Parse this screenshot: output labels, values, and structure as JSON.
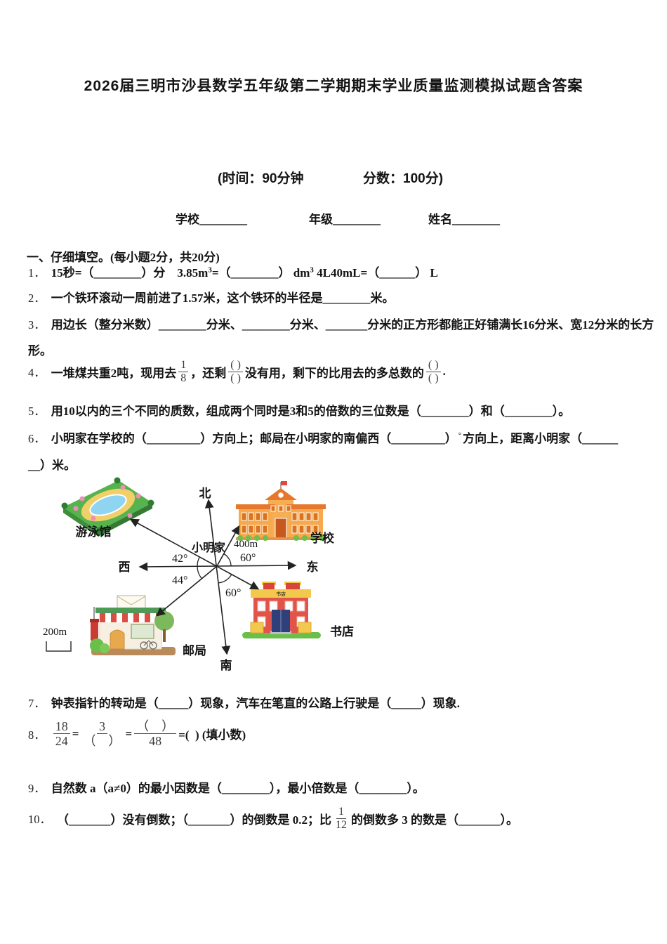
{
  "page": {
    "title": "2026届三明市沙县数学五年级第二学期期末学业质量监测模拟试题含答案",
    "meta": {
      "time": "(时间：90分钟",
      "score": "分数：100分)"
    },
    "fields": {
      "school": "学校________",
      "grade": "年级________",
      "name": "姓名________"
    }
  },
  "section1": {
    "heading": "一、仔细填空。(每小题2分，共20分)"
  },
  "questions": {
    "q1": {
      "no": "1．",
      "seg1": "15秒=（________）分　3.85m",
      "sup1": "3",
      "seg2": "=（________） dm",
      "sup2": "3",
      "seg3": " 4L40mL=（______） L"
    },
    "q2": {
      "no": "2．",
      "seg1": "一个铁环滚动一周前进了1.57米，这个铁环的半径是________米。"
    },
    "q3": {
      "no": "3．",
      "line1": "用边长（整分米数）________分米、________分米、_______分米的正方形都能正好铺满长16分米、宽12分米的长方",
      "line2": "形。"
    },
    "q4": {
      "no": "4．",
      "seg1": "一堆煤共重2吨，现用去",
      "f1": {
        "n": "1",
        "d": "8"
      },
      "seg2": "，还剩",
      "f2": {
        "n": "( )",
        "d": "( )"
      },
      "seg3": "没有用，剩下的比用去的多总数的",
      "f3": {
        "n": "( )",
        "d": "( )"
      },
      "seg4": "."
    },
    "q5": {
      "no": "5．",
      "seg1": "用10以内的三个不同的质数，组成两个同时是3和5的倍数的三位数是（________）和（________）。"
    },
    "q6": {
      "no": "6．",
      "seg1": "小明家在学校的（_________）方向上；邮局在小明家的南偏西（_________）",
      "deg": "°",
      "seg2": "方向上，距离小明家（______",
      "line2": "__）米。"
    },
    "q7": {
      "no": "7．",
      "seg1": "钟表指针的转动是（_____）现象，汽车在笔直的公路上行驶是（_____）现象."
    },
    "q8": {
      "no": "8．",
      "f1": {
        "n": "18",
        "d": "24"
      },
      "eq1": "=",
      "f2": {
        "n": "3",
        "d": "（　）"
      },
      "eq2": "=",
      "f3": {
        "n": "（　）",
        "d": "48"
      },
      "tail": "=(  ) (填小数)"
    },
    "q9": {
      "no": "9．",
      "seg1": "自然数 a（a≠0）的最小因数是（________），最小倍数是（________）。"
    },
    "q10": {
      "no": "10．",
      "seg1": "（_______）没有倒数；（_______）的倒数是 0.2；比",
      "f1": {
        "n": "1",
        "d": "12"
      },
      "seg2": "的倒数多 3 的数是（_______）。"
    }
  },
  "diagram": {
    "north": "北",
    "south": "南",
    "west": "西",
    "east": "东",
    "home": "小明家",
    "distance": "400m",
    "angle_school": "60°",
    "angle_pool": "42°",
    "angle_post": "44°",
    "angle_book": "60°",
    "scale": "200m",
    "pool_label": "游泳馆",
    "school_label": "学校",
    "post_label": "邮局",
    "book_label": "书店",
    "book_sign": "书店"
  }
}
